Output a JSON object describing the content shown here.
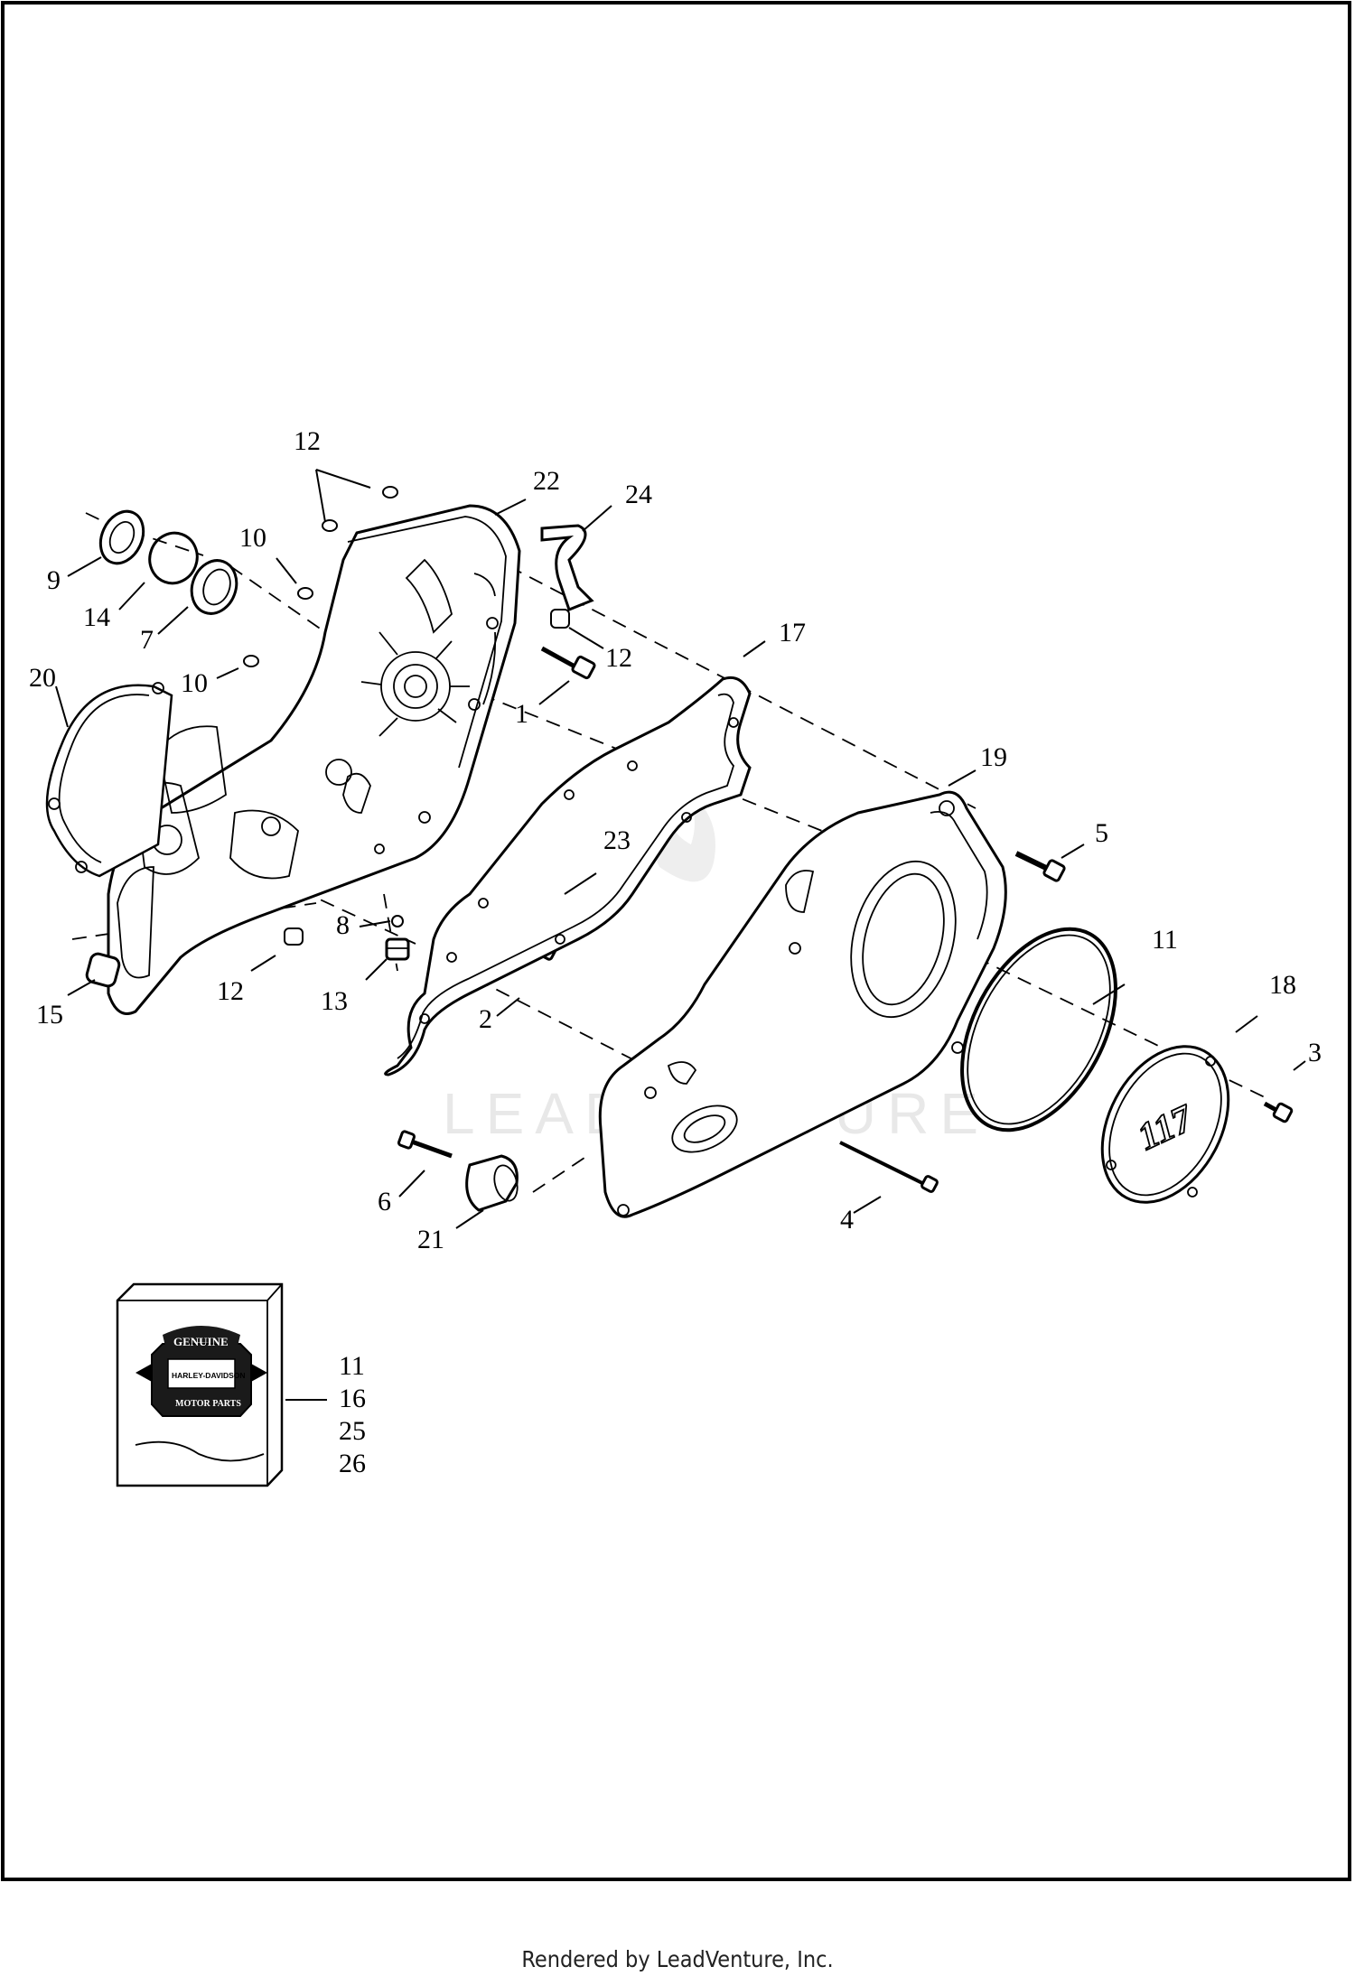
{
  "diagram": {
    "callouts": [
      {
        "id": "c12a",
        "label": "12"
      },
      {
        "id": "c22",
        "label": "22"
      },
      {
        "id": "c24",
        "label": "24"
      },
      {
        "id": "c10a",
        "label": "10"
      },
      {
        "id": "c9",
        "label": "9"
      },
      {
        "id": "c14",
        "label": "14"
      },
      {
        "id": "c7",
        "label": "7"
      },
      {
        "id": "c12b",
        "label": "12"
      },
      {
        "id": "c17",
        "label": "17"
      },
      {
        "id": "c20",
        "label": "20"
      },
      {
        "id": "c10b",
        "label": "10"
      },
      {
        "id": "c1",
        "label": "1"
      },
      {
        "id": "c19",
        "label": "19"
      },
      {
        "id": "c5",
        "label": "5"
      },
      {
        "id": "c23",
        "label": "23"
      },
      {
        "id": "c8",
        "label": "8"
      },
      {
        "id": "c11a",
        "label": "11"
      },
      {
        "id": "c18",
        "label": "18"
      },
      {
        "id": "c12c",
        "label": "12"
      },
      {
        "id": "c13",
        "label": "13"
      },
      {
        "id": "c2",
        "label": "2"
      },
      {
        "id": "c15",
        "label": "15"
      },
      {
        "id": "c3",
        "label": "3"
      },
      {
        "id": "c6",
        "label": "6"
      },
      {
        "id": "c4",
        "label": "4"
      },
      {
        "id": "c21",
        "label": "21"
      }
    ],
    "kit_labels": [
      "11",
      "16",
      "25",
      "26"
    ],
    "logo": {
      "top_word": "GENUINE",
      "brand": "HARLEY-DAVIDSON",
      "bottom_word": "MOTOR PARTS"
    },
    "cover_badge": "117",
    "watermark": "LEADVENTURE"
  },
  "footer": {
    "text": "Rendered by LeadVenture, Inc."
  }
}
